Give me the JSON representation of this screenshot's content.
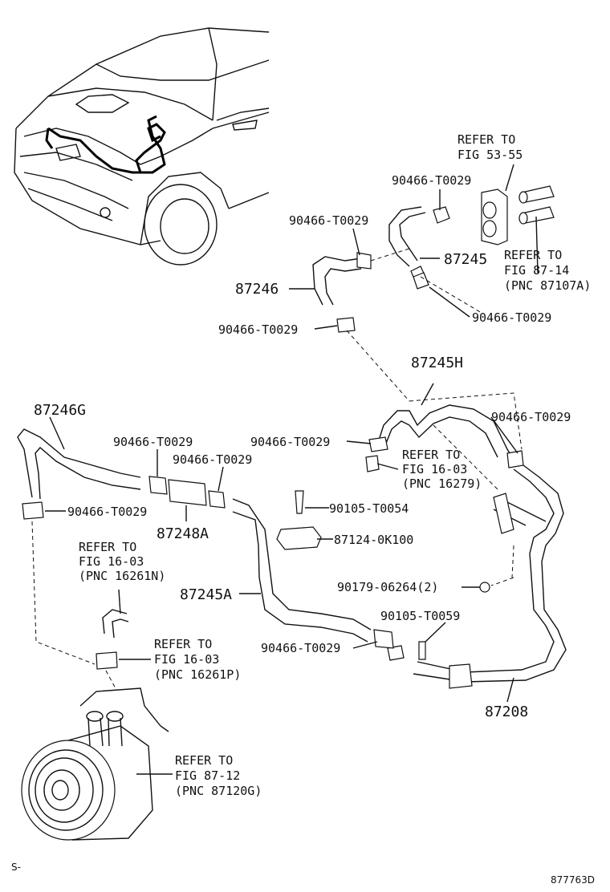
{
  "labels": {
    "refer_53_55": [
      "REFER TO",
      "FIG 53-55"
    ],
    "clamp_top": "90466-T0029",
    "clamp_left_top": "90466-T0029",
    "part_87245": "87245",
    "refer_87_14": [
      "REFER TO",
      "FIG 87-14",
      "(PNC 87107A)"
    ],
    "part_87246": "87246",
    "clamp_right_mid": "90466-T0029",
    "clamp_left_mid": "90466-T0029",
    "part_87245H": "87245H",
    "part_87246G": "87246G",
    "clamp_right_h": "90466-T0029",
    "clamp_a": "90466-T0029",
    "clamp_b": "90466-T0029",
    "clamp_c": "90466-T0029",
    "refer_16279": [
      "REFER TO",
      "FIG 16-03",
      "(PNC 16279)"
    ],
    "clamp_d": "90466-T0029",
    "bolt_t0054": "90105-T0054",
    "part_87248A": "87248A",
    "bracket_0k100": "87124-0K100",
    "refer_16261n": [
      "REFER TO",
      "FIG 16-03",
      "(PNC 16261N)"
    ],
    "part_87245A": "87245A",
    "nut_06264": "90179-06264(2)",
    "bolt_t0059": "90105-T0059",
    "refer_16261p": [
      "REFER TO",
      "FIG 16-03",
      "(PNC 16261P)"
    ],
    "clamp_e": "90466-T0029",
    "part_87208": "87208",
    "refer_87120g": [
      "REFER TO",
      "FIG 87-12",
      "(PNC 87120G)"
    ],
    "corner_left": "S-",
    "figure_code": "877763D"
  }
}
